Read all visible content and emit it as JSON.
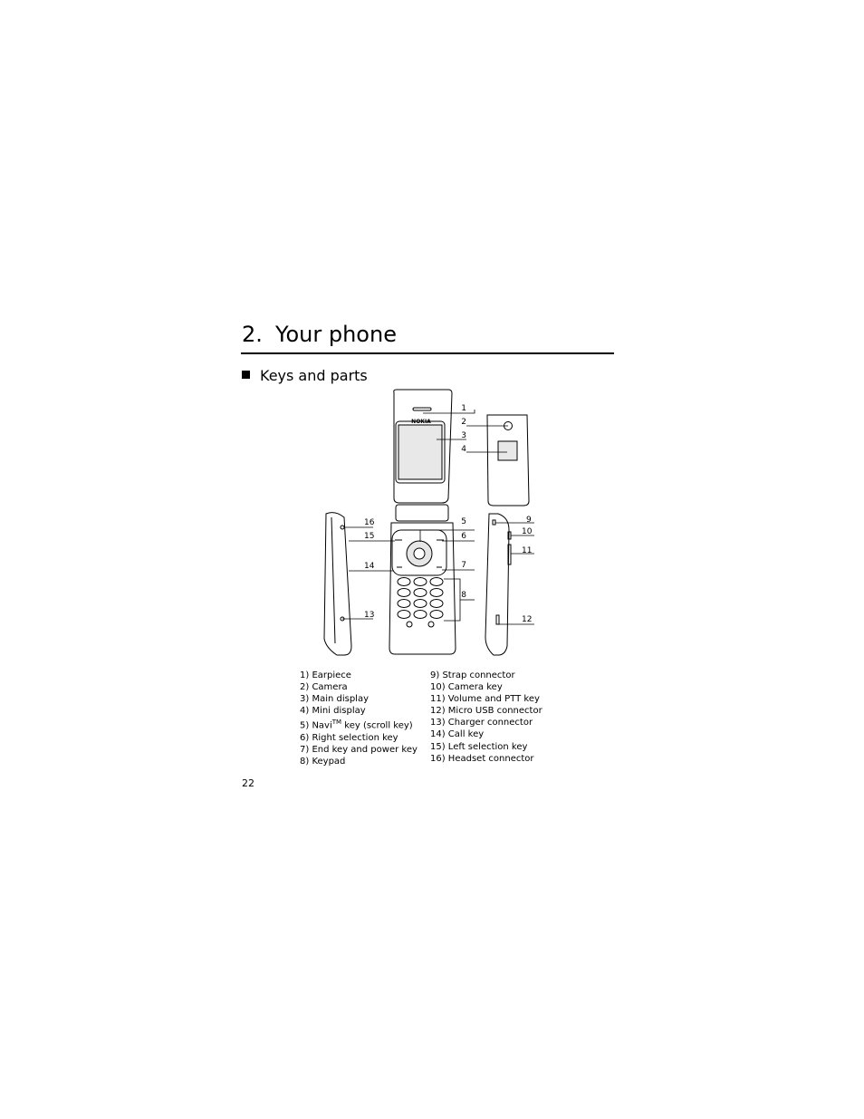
{
  "chapter": {
    "number": "2.",
    "title": "Your phone"
  },
  "section": {
    "title": "Keys and parts"
  },
  "figure": {
    "brand": "NOKIA",
    "callouts": [
      "1",
      "2",
      "3",
      "4",
      "5",
      "6",
      "7",
      "8",
      "9",
      "10",
      "11",
      "12",
      "13",
      "14",
      "15",
      "16"
    ]
  },
  "legend": {
    "left": [
      "1) Earpiece",
      "2) Camera",
      "3) Main display",
      "4) Mini display",
      {
        "prefix": "5) Navi",
        "sup": "TM",
        "suffix": " key (scroll key)"
      },
      "6) Right selection key",
      "7) End key and power key",
      "8) Keypad"
    ],
    "right": [
      "9) Strap connector",
      "10) Camera key",
      "11) Volume and PTT key",
      "12) Micro USB connector",
      "13) Charger connector",
      "14) Call key",
      "15) Left selection key",
      "16) Headset connector"
    ]
  },
  "page_number": "22"
}
